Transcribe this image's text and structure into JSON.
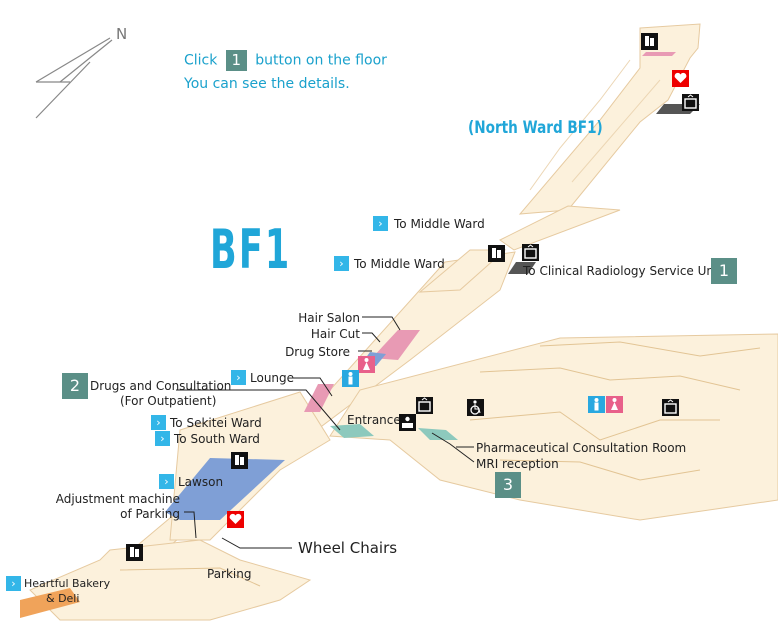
{
  "compass": {
    "north_label": "N"
  },
  "hint": {
    "line1_prefix": "Click",
    "button_number": "1",
    "line1_suffix": "button on the floor",
    "line2": "You can see the details."
  },
  "floor": {
    "title": "BF1",
    "north_ward": "(North Ward BF1)"
  },
  "colors": {
    "floor_fill": "#fcf1dc",
    "floor_stroke": "#e6caa0",
    "accent_blue": "#20a6d8",
    "button_teal": "#5b8f87",
    "lawson_blue": "#7f9fd6",
    "bakery_orange": "#f0a35a",
    "pink": "#e89ab4",
    "teal_area": "#8dc9bd"
  },
  "links": {
    "middle_ward_1": "To Middle Ward",
    "middle_ward_2": "To Middle Ward",
    "sekitei_ward": "To Sekitei Ward",
    "south_ward": "To South Ward",
    "lounge": "Lounge",
    "lawson": "Lawson",
    "heartful_line1": "Heartful Bakery",
    "heartful_line2": "& Deli"
  },
  "numbered": {
    "radiology": {
      "number": "1",
      "label": "To Clinical Radiology Service Unit"
    },
    "drugs": {
      "number": "2",
      "label_line1": "Drugs and Consultation",
      "label_line2": "(For Outpatient)"
    },
    "area3": {
      "number": "3"
    }
  },
  "labels": {
    "hair_salon": "Hair Salon",
    "hair_cut": "Hair Cut",
    "drug_store": "Drug Store",
    "entrance": "Entrance",
    "pharm_consult": "Pharmaceutical Consultation Room",
    "mri": "MRI reception",
    "adjust_line1": "Adjustment machine",
    "adjust_line2": "of Parking",
    "wheel_chairs": "Wheel Chairs",
    "parking": "Parking"
  },
  "icons": [
    "phone-icon",
    "aed-icon",
    "elevator-icon",
    "restroom-icon",
    "wheelchair-icon",
    "reception-icon",
    "escalator-icon"
  ]
}
